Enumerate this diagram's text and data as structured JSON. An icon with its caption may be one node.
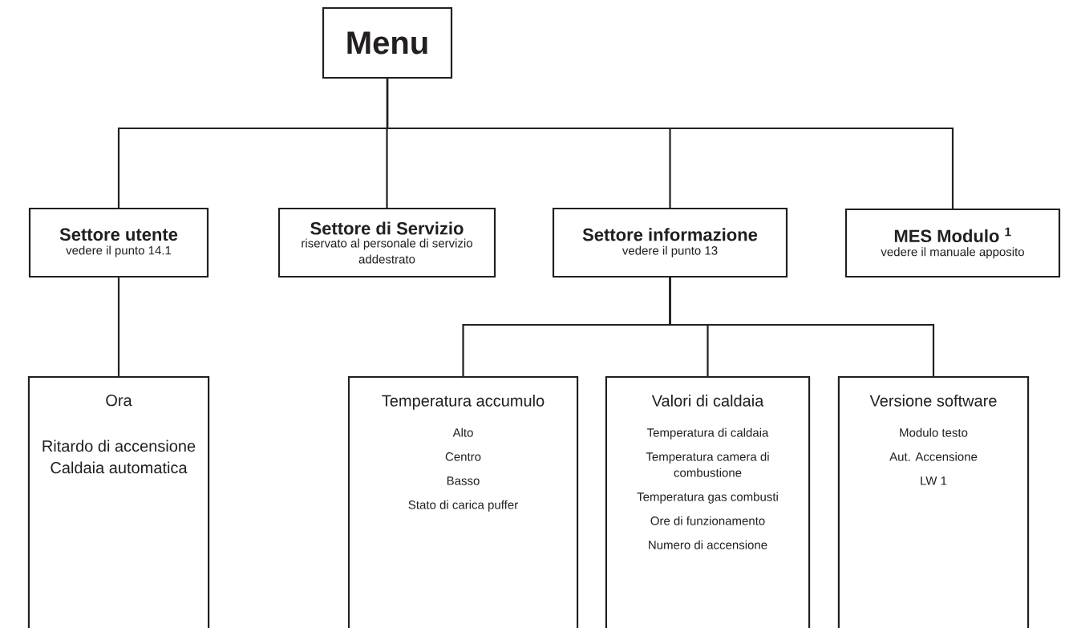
{
  "diagram": {
    "nodes": [
      {
        "text": [
          "Menu"
        ]
      },
      {
        "text": [
          "Settore utente",
          "vedere il punto 14.1"
        ]
      },
      {
        "text": [
          "Settore di Servizio",
          "riservato al personale di servizio addestrato"
        ]
      },
      {
        "text": [
          "Settore informazione",
          "vedere il punto 13"
        ]
      },
      {
        "text": [
          "MES Modulo $^{1}$",
          "vedere il manuale apposito"
        ]
      },
      {
        "text": [
          "Ora",
          "Ritardo di accensione Caldaia automatica"
        ]
      },
      {
        "text": [
          "Temperatura accumulo",
          "Alto",
          "Centro",
          "Basso",
          "Stato di carica puffer"
        ]
      },
      {
        "text": [
          "Valori di caldaia",
          "Temperatura di caldaia",
          "Temperatura camera di combustione",
          "Temperatura gas combusti",
          "Ore di funzionamento",
          "Numero di accensione"
        ]
      },
      {
        "text": [
          "Versione software",
          "Modulo testo",
          "Aut. Accensione",
          "LW 1"
        ]
      }
    ],
    "edges": [
      {
        "from": 0,
        "to": 1,
        "arrow": "none"
      },
      {
        "from": 0,
        "to": 2,
        "arrow": "none"
      },
      {
        "from": 0,
        "to": 3,
        "arrow": "none"
      },
      {
        "from": 0,
        "to": 4,
        "arrow": "none"
      },
      {
        "from": 1,
        "to": 5,
        "arrow": "none"
      },
      {
        "from": 3,
        "to": 6,
        "arrow": "none"
      },
      {
        "from": 3,
        "to": 7,
        "arrow": "none"
      },
      {
        "from": 3,
        "to": 8,
        "arrow": "none"
      }
    ]
  }
}
